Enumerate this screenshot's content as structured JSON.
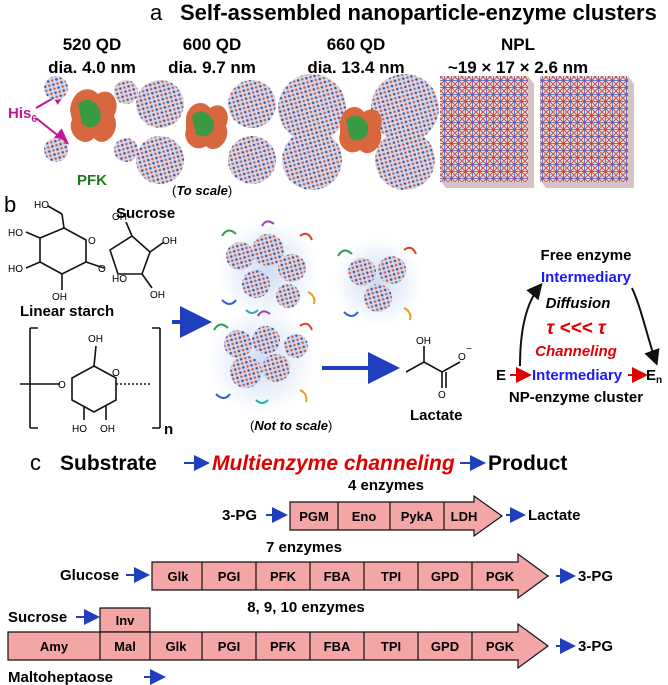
{
  "panel_a": {
    "letter": "a",
    "title": "Self-assembled nanoparticle-enzyme clusters",
    "his_label": "His",
    "his_sub": "6",
    "pfk_label": "PFK",
    "to_scale": "To scale",
    "particles": [
      {
        "name": "520 QD",
        "dia": "dia. 4.0 nm"
      },
      {
        "name": "600 QD",
        "dia": "dia. 9.7 nm"
      },
      {
        "name": "660 QD",
        "dia": "dia. 13.4 nm"
      },
      {
        "name": "NPL",
        "dia": "~19 × 17 × 2.6 nm"
      }
    ]
  },
  "panel_b": {
    "letter": "b",
    "sucrose": "Sucrose",
    "linear_starch": "Linear starch",
    "subscript_n": "n",
    "lactate": "Lactate",
    "not_to_scale": "Not to scale",
    "free_enzyme": "Free enzyme",
    "intermediary_top": "Intermediary",
    "diffusion": "Diffusion",
    "tau_relation": "τ <<< τ",
    "channeling": "Channeling",
    "e_label": "E",
    "intermediary_bottom": "Intermediary",
    "en_label": "E",
    "en_sub": "n",
    "np_enzyme_cluster": "NP-enzyme cluster"
  },
  "panel_c": {
    "letter": "c",
    "header_substrate": "Substrate",
    "header_middle": "Multienzyme channeling",
    "header_product": "Product",
    "row1": {
      "count_label": "4 enzymes",
      "input": "3-PG",
      "enzymes": [
        "PGM",
        "Eno",
        "PykA",
        "LDH"
      ],
      "output": "Lactate"
    },
    "row2": {
      "count_label": "7 enzymes",
      "input": "Glucose",
      "enzymes": [
        "Glk",
        "PGI",
        "PFK",
        "FBA",
        "TPI",
        "GPD",
        "PGK"
      ],
      "output": "3-PG"
    },
    "row3": {
      "count_label": "8, 9, 10 enzymes",
      "input_top": "Sucrose",
      "input_bottom": "Maltoheptaose",
      "enzyme_top": "Inv",
      "enzymes": [
        "Amy",
        "Mal",
        "Glk",
        "PGI",
        "PFK",
        "FBA",
        "TPI",
        "GPD",
        "PGK"
      ],
      "output": "3-PG"
    }
  },
  "colors": {
    "arrow_blue": "#1f3fbf",
    "text_blue": "#1a1aff",
    "red": "#e00000",
    "magenta": "#c0169c",
    "green": "#1e7a1e",
    "enzyme_fill": "#f4a6a6",
    "qd_red": "#c86450",
    "qd_blue": "#3d5aa8"
  }
}
